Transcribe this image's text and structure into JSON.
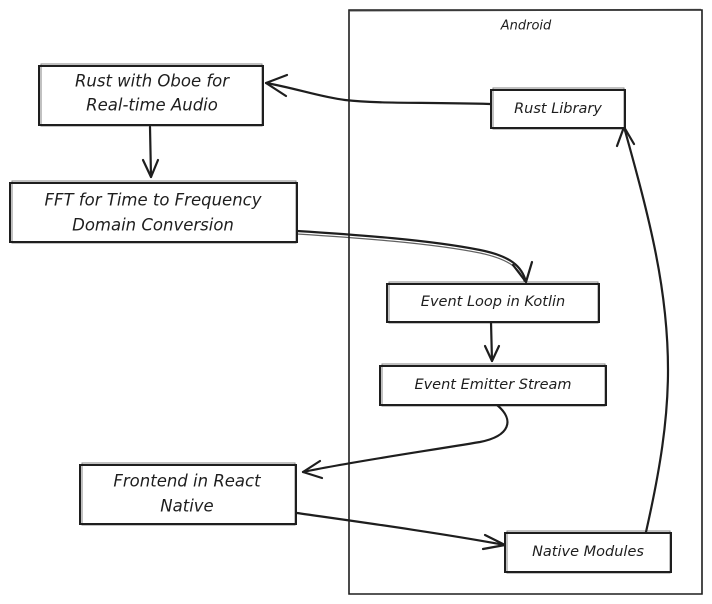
{
  "android_group": {
    "label": "Android"
  },
  "nodes": {
    "rust_oboe": {
      "line1": "Rust with Oboe for",
      "line2": "Real-time Audio"
    },
    "fft": {
      "line1": "FFT for Time to Frequency",
      "line2": "Domain Conversion"
    },
    "frontend": {
      "line1": "Frontend in React",
      "line2": "Native"
    },
    "rust_library": {
      "label": "Rust Library"
    },
    "event_loop": {
      "label": "Event Loop in Kotlin"
    },
    "event_emitter": {
      "label": "Event Emitter Stream"
    },
    "native_modules": {
      "label": "Native Modules"
    }
  },
  "edges": [
    {
      "from": "Rust Library",
      "to": "Rust with Oboe for Real-time Audio"
    },
    {
      "from": "Rust with Oboe for Real-time Audio",
      "to": "FFT for Time to Frequency Domain Conversion"
    },
    {
      "from": "FFT for Time to Frequency Domain Conversion",
      "to": "Event Loop in Kotlin"
    },
    {
      "from": "Event Loop in Kotlin",
      "to": "Event Emitter Stream"
    },
    {
      "from": "Event Emitter Stream",
      "to": "Frontend in React Native"
    },
    {
      "from": "Frontend in React Native",
      "to": "Native Modules"
    },
    {
      "from": "Native Modules",
      "to": "Rust Library"
    }
  ],
  "colors": {
    "stroke": "#1e1e1e",
    "background": "#ffffff"
  }
}
